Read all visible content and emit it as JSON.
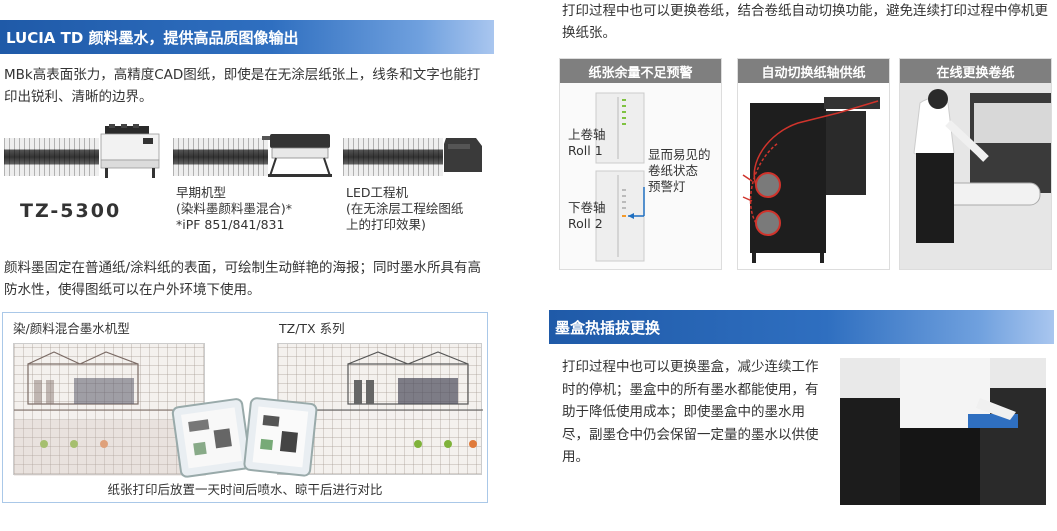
{
  "left": {
    "header": "LUCIA TD 颜料墨水，提供高品质图像输出",
    "para1": "MBk高表面张力，高精度CAD图纸，即使是在无涂层纸张上，线条和文字也能打印出锐利、清晰的边界。",
    "model_name": "TZ-5300",
    "caption2": [
      "早期机型",
      "(染料墨颜料墨混合)*",
      "*iPF 851/841/831"
    ],
    "caption3": [
      "LED工程机",
      "(在无涂层工程绘图纸",
      "上的打印效果)"
    ],
    "para3": "颜料墨固定在普通纸/涂料纸的表面，可绘制生动鲜艳的海报；同时墨水所具有高防水性，使得图纸可以在户外环境下使用。",
    "compare": {
      "label_left": "染/颜料混合墨水机型",
      "label_right": "TZ/TX 系列",
      "caption": "纸张打印后放置一天时间后喷水、晾干后进行对比"
    }
  },
  "right": {
    "para_top": "打印过程中也可以更换卷纸，结合卷纸自动切换功能，避免连续打印过程中停机更换纸张。",
    "panels": [
      {
        "title": "纸张余量不足预警"
      },
      {
        "title": "自动切换纸轴供纸"
      },
      {
        "title": "在线更换卷纸"
      }
    ],
    "roll1": [
      "上卷轴",
      "Roll 1"
    ],
    "roll2": [
      "下卷轴",
      "Roll 2"
    ],
    "lamp": [
      "显而易见的",
      "卷纸状态",
      "预警灯"
    ],
    "header": "墨盒热插拔更换",
    "para_bottom": "打印过程中也可以更换墨盒，减少连续工作时的停机；墨盒中的所有墨水都能使用，有助于降低使用成本；即使墨盒中的墨水用尽，副墨仓中仍会保留一定量的墨水以供使用。"
  },
  "colors": {
    "header_blue": "#1f5aa8",
    "panel_gray": "#7f7f7f",
    "indicator_green": "#7fc241",
    "indicator_orange": "#f39a2b",
    "arrow_blue": "#1f6fc0",
    "paper_path_red": "#d0342c"
  }
}
